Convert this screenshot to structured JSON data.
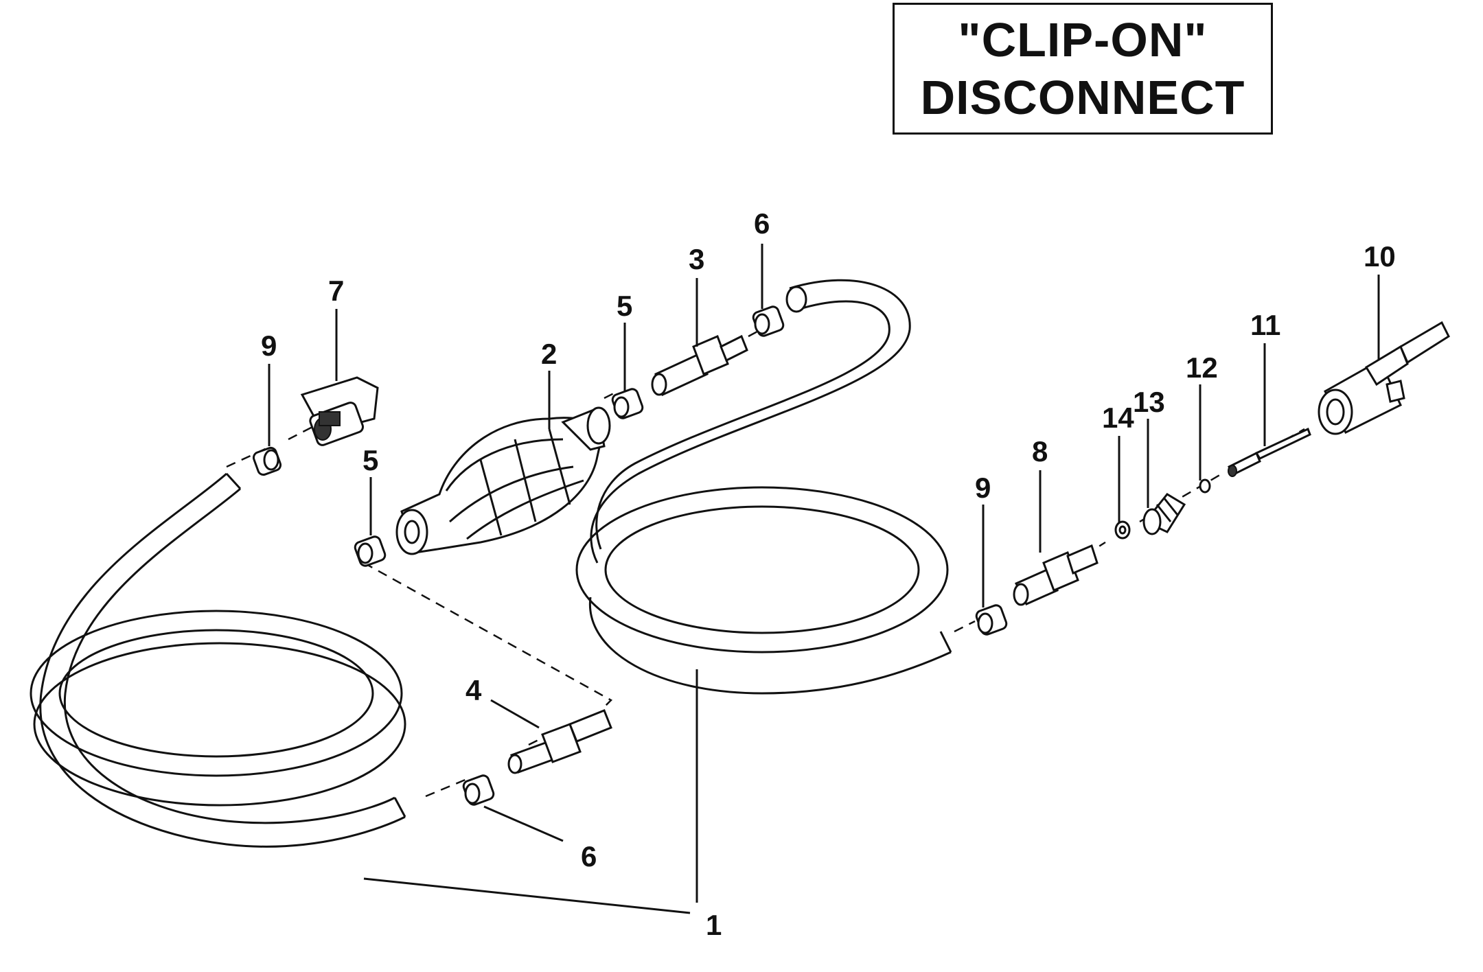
{
  "title": {
    "line1": "\"CLIP-ON\"",
    "line2": "DISCONNECT"
  },
  "callouts": {
    "c1": "1",
    "c2": "2",
    "c3": "3",
    "c4": "4",
    "c5a": "5",
    "c5b": "5",
    "c6a": "6",
    "c6b": "6",
    "c7": "7",
    "c8": "8",
    "c9a": "9",
    "c9b": "9",
    "c10": "10",
    "c11": "11",
    "c12": "12",
    "c13": "13",
    "c14": "14"
  }
}
